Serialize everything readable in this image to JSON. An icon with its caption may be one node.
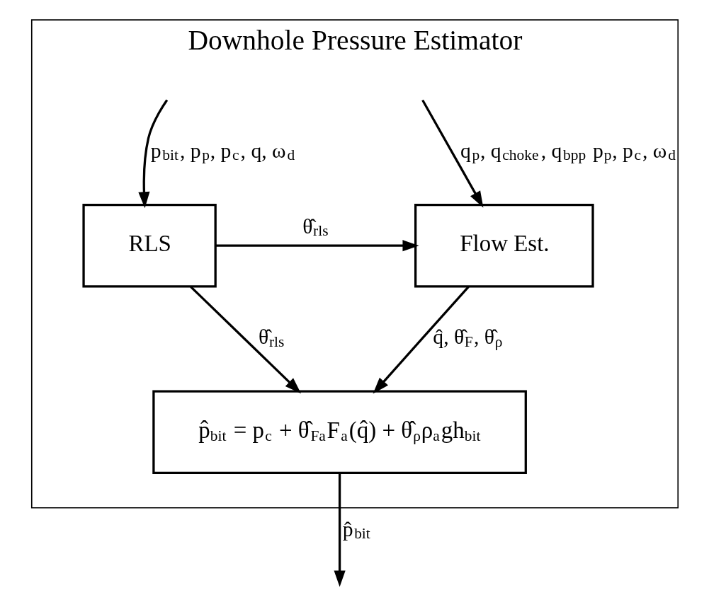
{
  "diagram": {
    "nodes": [
      {
        "text": [
          "Downhole Pressure Estimator"
        ]
      },
      {
        "text": [
          "Flow Est."
        ],
        "in": 0
      },
      {
        "text": [
          "RLS"
        ],
        "in": 0
      },
      {
        "text": [
          "p̂$_{bit}$ = p$_{c}$ + θ̂$_{Fa}$F$_{a}$(q̂) + θ̂$_{ρ}$ρ$_{a}$gh$_{bit}$"
        ],
        "in": 0
      }
    ],
    "edges": [
      {
        "from": null,
        "to": 1,
        "arrow": "to",
        "label": "q$_{p}$, q$_{choke}$, q$_{bpp}$ p$_{p}$, p$_{c}$, ω$_{d}$"
      },
      {
        "from": null,
        "to": 2,
        "arrow": "to",
        "label": "p$_{bit}$, p$_{p}$, p$_{c}$, q, ω$_{d}$"
      },
      {
        "from": 2,
        "to": 1,
        "arrow": "to",
        "label": "θ̂$_{rls}$"
      },
      {
        "from": 1,
        "to": 3,
        "arrow": "to",
        "label": "q̂, θ̂$_{F}$, θ̂$_{ρ}$"
      },
      {
        "from": 2,
        "to": 3,
        "arrow": "to",
        "label": "θ̂$_{rls}$"
      },
      {
        "from": 3,
        "to": null,
        "arrow": "to",
        "label": "p̂$_{bit}$"
      }
    ]
  }
}
